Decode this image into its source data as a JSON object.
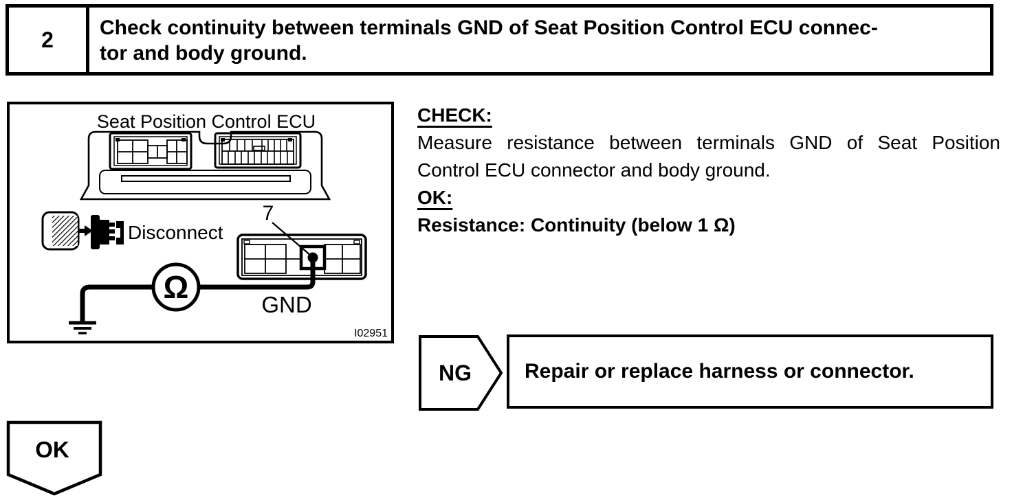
{
  "colors": {
    "ink": "#000000",
    "paper": "#ffffff"
  },
  "step_header": {
    "number": "2",
    "title_line1": "Check continuity between terminals GND of Seat Position Control ECU connec-",
    "title_line2": "tor and body ground."
  },
  "diagram": {
    "title": "Seat Position Control ECU",
    "disconnect_label": "Disconnect",
    "terminal_number": "7",
    "terminal_label": "GND",
    "meter_symbol": "Ω",
    "figure_id": "I02951"
  },
  "check_section": {
    "check_heading": "CHECK:",
    "instruction_line1": "Measure resistance between terminals GND of Seat Position",
    "instruction_line2": "Control ECU connector and body ground.",
    "ok_heading": "OK:",
    "spec": "Resistance: Continuity (below 1 Ω)"
  },
  "ng_flow": {
    "badge_label": "NG",
    "action": "Repair or replace harness or connector."
  },
  "ok_flow": {
    "badge_label": "OK"
  }
}
